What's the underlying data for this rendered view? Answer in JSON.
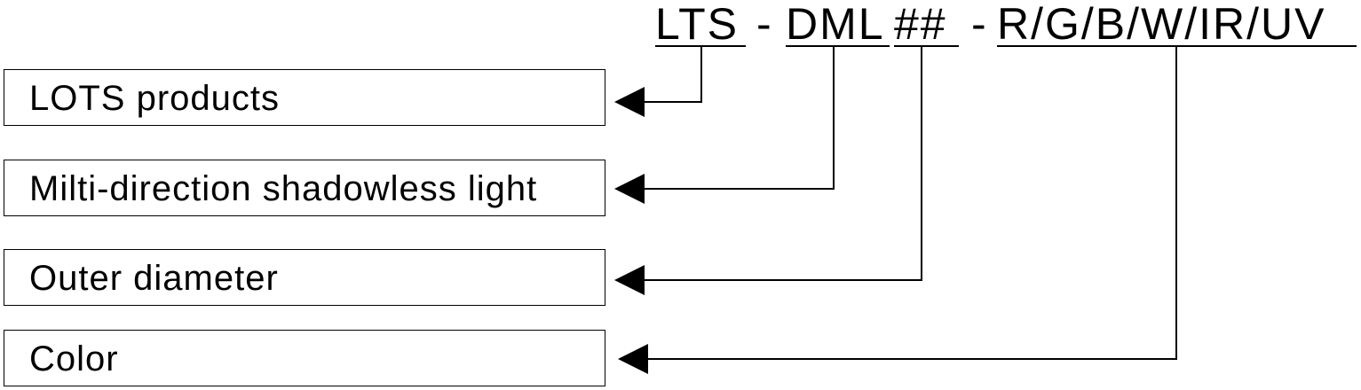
{
  "code": {
    "parts": [
      {
        "id": "prefix",
        "text": "LTS"
      },
      {
        "id": "series",
        "text": "DML"
      },
      {
        "id": "size",
        "text": "##"
      },
      {
        "id": "color",
        "text": "R/G/B/W/IR/UV"
      }
    ],
    "separator": "-"
  },
  "boxes": [
    {
      "id": "prefix",
      "label": "LOTS products"
    },
    {
      "id": "series",
      "label": "Milti-direction shadowless light"
    },
    {
      "id": "size",
      "label": "Outer diameter"
    },
    {
      "id": "color",
      "label": "Color"
    }
  ]
}
